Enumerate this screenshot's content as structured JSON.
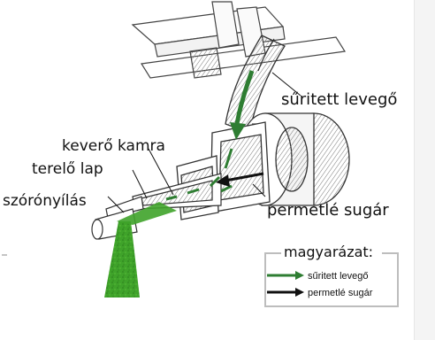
{
  "labels": {
    "compressed_air": "sűritett levegő",
    "mixing_chamber": "keverő kamra",
    "deflector": "terelő lap",
    "nozzle_opening": "szórónyílás",
    "spray_jet": "permetlé sugár"
  },
  "legend": {
    "title": "magyarázat:",
    "items": [
      {
        "label": "sűritett levegő",
        "arrow_color": "#2e7d32"
      },
      {
        "label": "permetlé sugár",
        "arrow_color": "#111111"
      }
    ]
  },
  "colors": {
    "air_arrow": "#2e7d32",
    "spray_cone": "#3fa32a",
    "spray_jet_arrow": "#111111",
    "outline": "#333333",
    "hatch": "#666666",
    "background": "#ffffff"
  },
  "icons": {
    "air_flow": "green-arrow-icon",
    "spray_flow": "black-arrow-icon"
  }
}
